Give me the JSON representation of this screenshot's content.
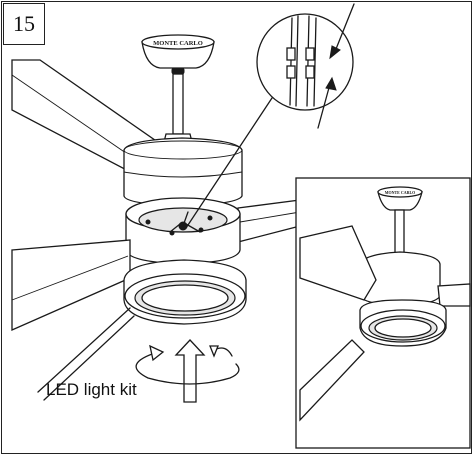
{
  "step": {
    "number": "15"
  },
  "labels": {
    "led_light_kit": "LED light kit"
  },
  "logo": {
    "text": "MONTE CARLO"
  },
  "colors": {
    "line": "#1a1a1a",
    "background": "#ffffff",
    "accent_fill": "#e6e6e6"
  },
  "icons": {
    "rotate": "rotate-arrow-icon",
    "push_up": "up-arrow-icon",
    "lock_turn": "turn-arrow-icon"
  }
}
